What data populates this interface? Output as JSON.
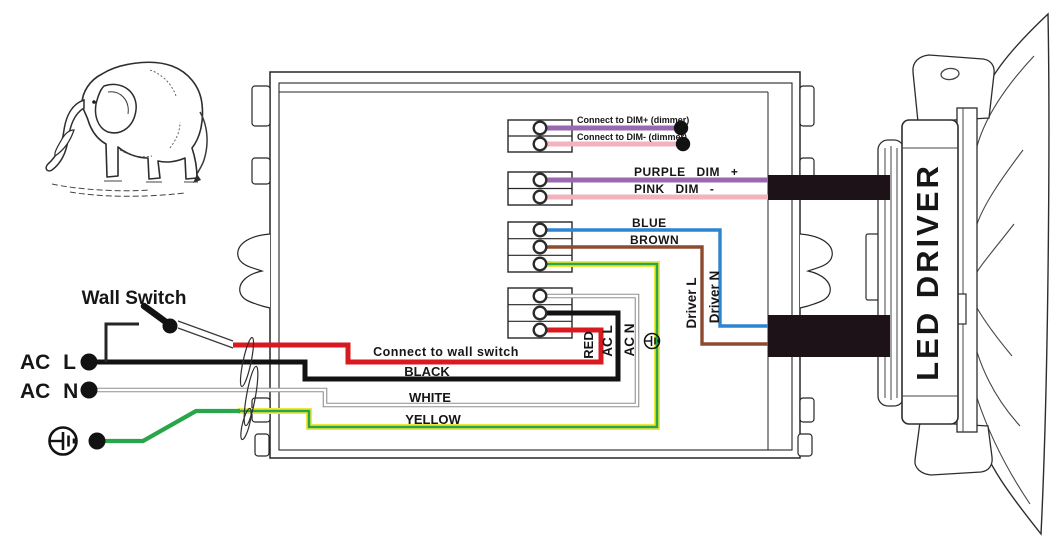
{
  "labels": {
    "dim_plus": "Connect to DIM+ (dimmer)",
    "dim_minus": "Connect to DIM- (dimmer)",
    "purple": "PURPLE DIM +",
    "pink": "PINK DIM -",
    "blue": "BLUE",
    "brown": "BROWN",
    "driver_l": "Driver L",
    "driver_n": "Driver N",
    "wall_switch": "Wall Switch",
    "ac_l": "AC L",
    "ac_n": "AC N",
    "connect_wall_switch": "Connect to wall switch",
    "black": "BLACK",
    "white": "WHITE",
    "yellow": "YELLOW",
    "red_vertical": "RED",
    "ac_l_vertical": "AC L",
    "ac_n_vertical": "AC N",
    "led_driver": "LED DRIVER"
  },
  "colors": {
    "purple": "#9a68ae",
    "pink": "#f3b3be",
    "blue": "#2d84cf",
    "brown": "#8d4a2e",
    "red": "#d8191f",
    "green": "#29a54b",
    "yellow": "#f0e93c",
    "black_wire": "#121212",
    "white_wire": "#ffffff",
    "white_wire_outline": "#8f8f8f",
    "cable_black": "#1c1217"
  }
}
